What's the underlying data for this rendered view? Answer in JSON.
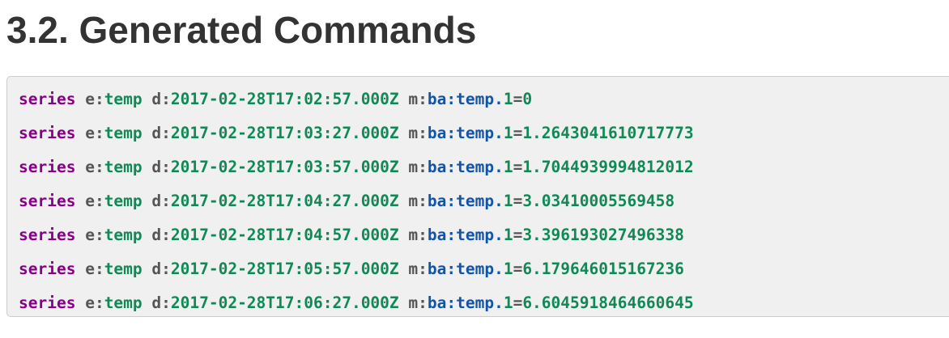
{
  "section": {
    "title": "3.2. Generated Commands"
  },
  "code": {
    "lines": [
      {
        "cmd": "series",
        "entity_prefix": "e:",
        "entity": "temp",
        "date_prefix": "d:",
        "date": "2017-02-28T17:02:57.000Z",
        "metric_prefix": "m:",
        "metric": "ba:temp.",
        "metric_index": "1",
        "eq": "=",
        "value": "0"
      },
      {
        "cmd": "series",
        "entity_prefix": "e:",
        "entity": "temp",
        "date_prefix": "d:",
        "date": "2017-02-28T17:03:27.000Z",
        "metric_prefix": "m:",
        "metric": "ba:temp.",
        "metric_index": "1",
        "eq": "=",
        "value": "1.2643041610717773"
      },
      {
        "cmd": "series",
        "entity_prefix": "e:",
        "entity": "temp",
        "date_prefix": "d:",
        "date": "2017-02-28T17:03:57.000Z",
        "metric_prefix": "m:",
        "metric": "ba:temp.",
        "metric_index": "1",
        "eq": "=",
        "value": "1.7044939994812012"
      },
      {
        "cmd": "series",
        "entity_prefix": "e:",
        "entity": "temp",
        "date_prefix": "d:",
        "date": "2017-02-28T17:04:27.000Z",
        "metric_prefix": "m:",
        "metric": "ba:temp.",
        "metric_index": "1",
        "eq": "=",
        "value": "3.03410005569458"
      },
      {
        "cmd": "series",
        "entity_prefix": "e:",
        "entity": "temp",
        "date_prefix": "d:",
        "date": "2017-02-28T17:04:57.000Z",
        "metric_prefix": "m:",
        "metric": "ba:temp.",
        "metric_index": "1",
        "eq": "=",
        "value": "3.396193027496338"
      },
      {
        "cmd": "series",
        "entity_prefix": "e:",
        "entity": "temp",
        "date_prefix": "d:",
        "date": "2017-02-28T17:05:57.000Z",
        "metric_prefix": "m:",
        "metric": "ba:temp.",
        "metric_index": "1",
        "eq": "=",
        "value": "6.179646015167236"
      },
      {
        "cmd": "series",
        "entity_prefix": "e:",
        "entity": "temp",
        "date_prefix": "d:",
        "date": "2017-02-28T17:06:27.000Z",
        "metric_prefix": "m:",
        "metric": "ba:temp.",
        "metric_index": "1",
        "eq": "=",
        "value": "6.6045918464660645"
      }
    ]
  },
  "colors": {
    "keyword": "#880088",
    "value": "#118855",
    "metric": "#1155aa",
    "prefix": "#555555",
    "code_background": "#f0f0f0",
    "title": "#333333"
  }
}
